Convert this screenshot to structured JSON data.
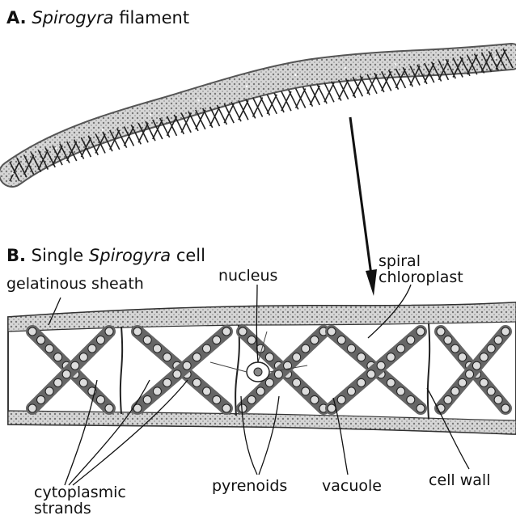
{
  "panel_a": {
    "letter": "A.",
    "title_italic": "Spirogyra",
    "title_rest": " filament"
  },
  "panel_b": {
    "letter": "B.",
    "title_pre": "Single ",
    "title_italic": "Spirogyra",
    "title_rest": " cell"
  },
  "labels": {
    "gelatinous_sheath": "gelatinous sheath",
    "nucleus": "nucleus",
    "spiral_chloroplast": "spiral\nchloroplast",
    "cytoplasmic_strands": "cytoplasmic\nstrands",
    "pyrenoids": "pyrenoids",
    "vacuole": "vacuole",
    "cell_wall": "cell wall"
  },
  "colors": {
    "ink": "#111111",
    "chloroplast": "#666666",
    "sheath": "#9a9a9a"
  }
}
